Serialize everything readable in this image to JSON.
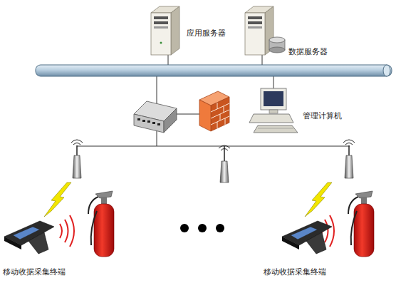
{
  "diagram": {
    "nodes": [
      {
        "text": [
          "应用服务器"
        ]
      },
      {
        "text": [
          "数据服务器"
        ]
      },
      {
        "text": [
          "管理计算机"
        ]
      },
      {
        "text": [
          "移动收据采集终端"
        ]
      },
      {
        "text": [
          "移动收据采集终端"
        ]
      }
    ]
  }
}
